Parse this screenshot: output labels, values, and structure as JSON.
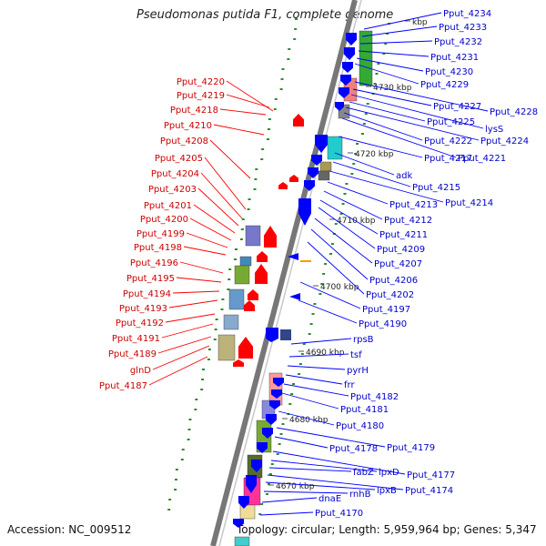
{
  "title": "Pseudomonas putida F1, complete genome",
  "accession": "Accession: NC_009512",
  "summary": "Topology: circular; Length: 5,959,964 bp; Genes: 5,347",
  "colors": {
    "forward": "#ff0000",
    "reverse": "#0000ff",
    "axis": "#8c8c8c",
    "dot": "#2e8b2e",
    "tick_text": "#222222"
  },
  "ticks": [
    "4670 kbp",
    "4680 kbp",
    "4690 kbp",
    "4700 kbp",
    "4710 kbp",
    "4720 kbp",
    "4730 kbp",
    "kbp"
  ],
  "left_genes": [
    "Pput_4220",
    "Pput_4219",
    "Pput_4218",
    "Pput_4210",
    "Pput_4208",
    "Pput_4205",
    "Pput_4204",
    "Pput_4203",
    "Pput_4201",
    "Pput_4200",
    "Pput_4199",
    "Pput_4198",
    "Pput_4196",
    "Pput_4195",
    "Pput_4194",
    "Pput_4193",
    "Pput_4192",
    "Pput_4191",
    "Pput_4189",
    "glnD",
    "Pput_4187"
  ],
  "right_genes": [
    "Pput_4234",
    "Pput_4233",
    "Pput_4232",
    "Pput_4231",
    "Pput_4230",
    "Pput_4229",
    "Pput_4228",
    "Pput_4227",
    "lysS",
    "Pput_4225",
    "Pput_4224",
    "Pput_4222",
    "Pput_4221",
    "Pput_4217",
    "adk",
    "Pput_4215",
    "Pput_4214",
    "Pput_4213",
    "Pput_4212",
    "Pput_4211",
    "Pput_4209",
    "Pput_4207",
    "Pput_4206",
    "Pput_4202",
    "Pput_4197",
    "Pput_4190",
    "rpsB",
    "tsf",
    "pyrH",
    "frr",
    "Pput_4182",
    "Pput_4181",
    "Pput_4180",
    "Pput_4179",
    "Pput_4178",
    "Pput_4177",
    "lpxD",
    "fabZ",
    "Pput_4174",
    "lpxB",
    "rnhB",
    "dnaE",
    "Pput_4170"
  ]
}
